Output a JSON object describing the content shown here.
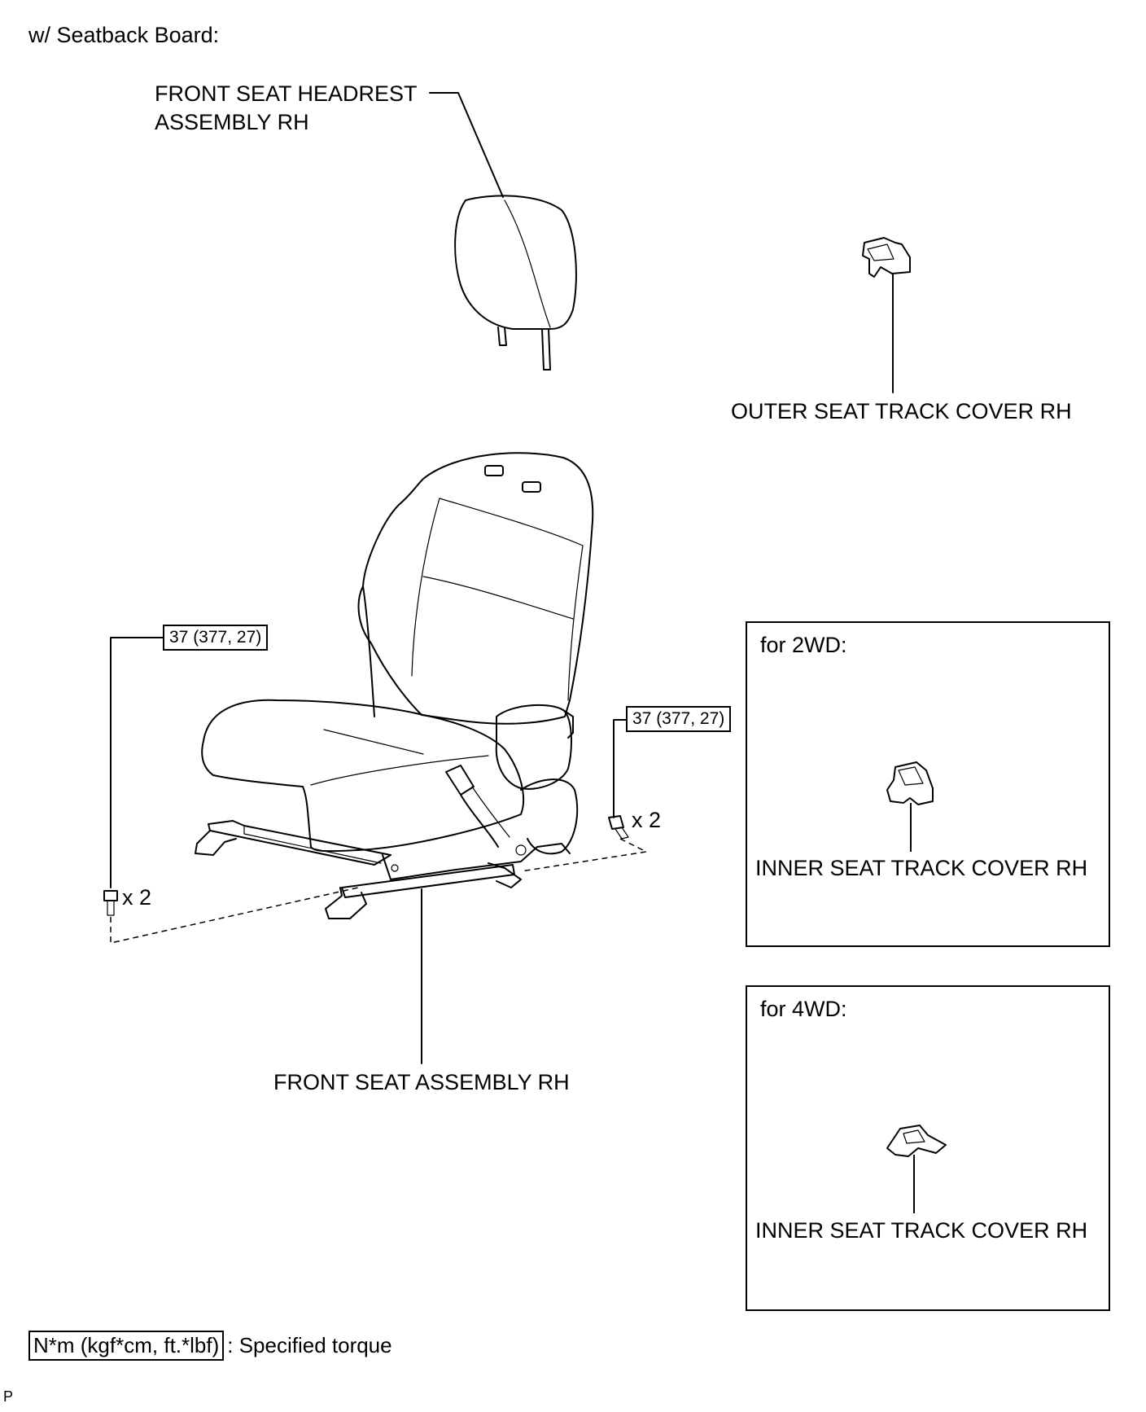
{
  "header": {
    "title": "w/ Seatback Board:"
  },
  "labels": {
    "headrest_line1": "FRONT SEAT HEADREST",
    "headrest_line2": "ASSEMBLY RH",
    "outer_cover": "OUTER SEAT TRACK COVER RH",
    "front_seat": "FRONT SEAT ASSEMBLY RH",
    "inner_cover_2wd": "INNER SEAT TRACK COVER RH",
    "inner_cover_4wd": "INNER SEAT TRACK COVER RH"
  },
  "torque": {
    "left": "37 (377, 27)",
    "right": "37 (377, 27)",
    "qty_left": "x 2",
    "qty_right": "x 2"
  },
  "boxes": {
    "box_2wd_title": "for 2WD:",
    "box_4wd_title": "for 4WD:"
  },
  "legend": {
    "unit": "N*m (kgf*cm, ft.*lbf)",
    "description": ": Specified torque"
  },
  "footer": {
    "code": "P"
  }
}
